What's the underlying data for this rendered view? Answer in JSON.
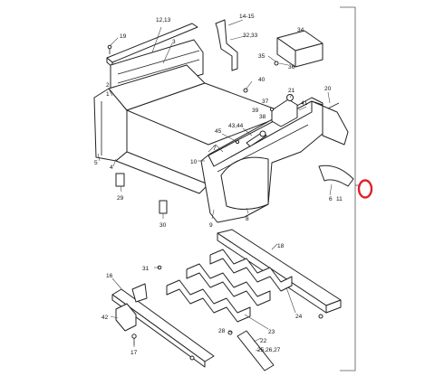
{
  "diagram": {
    "callouts": {
      "c12_13": "12,13",
      "c19": "19",
      "c3": "3",
      "c14_15": "14-15",
      "c32_33": "32,33",
      "c34": "34",
      "c35": "35",
      "c36": "36",
      "c40": "40",
      "c2": "2",
      "c1": "1",
      "c21": "21",
      "c37": "37",
      "c39": "39",
      "c38": "38",
      "c41": "41",
      "c20": "20",
      "c43_44": "43,44",
      "c45": "45",
      "c7": "7",
      "c5": "5",
      "c4": "4",
      "c10": "10",
      "c6": "6",
      "c11": "11",
      "c29": "29",
      "c30": "30",
      "c9": "9",
      "c8": "8",
      "c18": "18",
      "c31": "31",
      "c16": "16",
      "c24": "24",
      "c42": "42",
      "c23": "23",
      "c17": "17",
      "c28": "28",
      "c22": "22",
      "c25_27": "25,26,27"
    },
    "colors": {
      "line": "#222222",
      "highlight": "#e0202a"
    }
  }
}
